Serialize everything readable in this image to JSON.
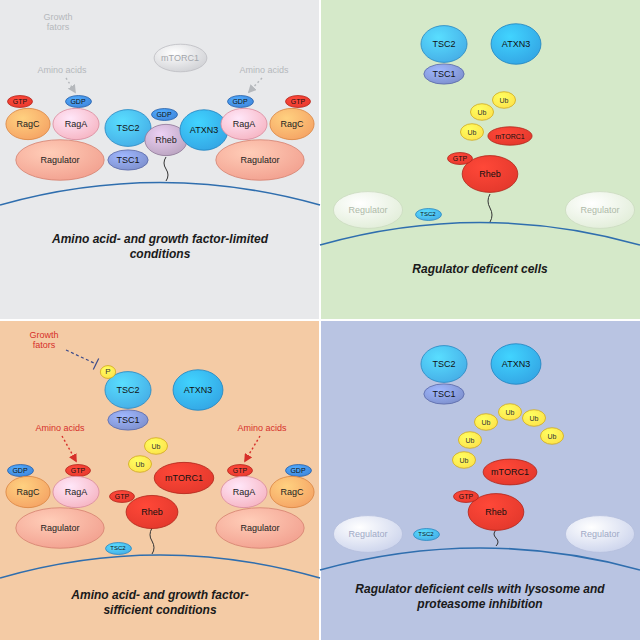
{
  "diagram": {
    "nodes": [
      {
        "text": [
          "Amino acid- and growth factor-limited conditions"
        ]
      },
      {
        "text": [
          "mTORC1"
        ],
        "in": 0
      },
      {
        "text": [
          "GTP"
        ],
        "in": 0
      },
      {
        "text": [
          "GDP"
        ],
        "in": 0
      },
      {
        "text": [
          "RagC"
        ],
        "in": 0
      },
      {
        "text": [
          "RagA"
        ],
        "in": 0
      },
      {
        "text": [
          "Ragulator"
        ],
        "in": 0
      },
      {
        "text": [
          "TSC2"
        ],
        "in": 0
      },
      {
        "text": [
          "TSC1"
        ],
        "in": 0
      },
      {
        "text": [
          "GDP"
        ],
        "in": 0
      },
      {
        "text": [
          "Rheb"
        ],
        "in": 0
      },
      {
        "text": [
          "ATXN3"
        ],
        "in": 0
      },
      {
        "text": [
          "GDP"
        ],
        "in": 0
      },
      {
        "text": [
          "GTP"
        ],
        "in": 0
      },
      {
        "text": [
          "RagA"
        ],
        "in": 0
      },
      {
        "text": [
          "RagC"
        ],
        "in": 0
      },
      {
        "text": [
          "Ragulator"
        ],
        "in": 0
      },
      {
        "text": [
          "Ragulator deficent cells"
        ]
      },
      {
        "text": [
          "TSC2"
        ],
        "in": 17
      },
      {
        "text": [
          "TSC1"
        ],
        "in": 17
      },
      {
        "text": [
          "ATXN3"
        ],
        "in": 17
      },
      {
        "text": [
          "Rheb"
        ],
        "in": 17
      },
      {
        "text": [
          "GTP"
        ],
        "in": 17
      },
      {
        "text": [
          "mTORC1"
        ],
        "in": 17
      },
      {
        "text": [
          "Ub"
        ],
        "in": 17
      },
      {
        "text": [
          "Ub"
        ],
        "in": 17
      },
      {
        "text": [
          "Ub"
        ],
        "in": 17
      },
      {
        "text": [
          "Regulator"
        ],
        "in": 17
      },
      {
        "text": [
          "Regulator"
        ],
        "in": 17
      },
      {
        "text": [
          "TSC2"
        ],
        "in": 17
      },
      {
        "text": [
          "Amino acid- and growth factor-sifficient conditions"
        ]
      },
      {
        "text": [
          "TSC2"
        ],
        "in": 30
      },
      {
        "text": [
          "TSC1"
        ],
        "in": 30
      },
      {
        "text": [
          "P"
        ],
        "in": 30
      },
      {
        "text": [
          "ATXN3"
        ],
        "in": 30
      },
      {
        "text": [
          "GDP"
        ],
        "in": 30
      },
      {
        "text": [
          "GTP"
        ],
        "in": 30
      },
      {
        "text": [
          "RagC"
        ],
        "in": 30
      },
      {
        "text": [
          "RagA"
        ],
        "in": 30
      },
      {
        "text": [
          "Ragulator"
        ],
        "in": 30
      },
      {
        "text": [
          "Rheb"
        ],
        "in": 30
      },
      {
        "text": [
          "GTP"
        ],
        "in": 30
      },
      {
        "text": [
          "mTORC1"
        ],
        "in": 30
      },
      {
        "text": [
          "Ub"
        ],
        "in": 30
      },
      {
        "text": [
          "Ub"
        ],
        "in": 30
      },
      {
        "text": [
          "TSC2"
        ],
        "in": 30
      },
      {
        "text": [
          "GTP"
        ],
        "in": 30
      },
      {
        "text": [
          "GDP"
        ],
        "in": 30
      },
      {
        "text": [
          "RagA"
        ],
        "in": 30
      },
      {
        "text": [
          "RagC"
        ],
        "in": 30
      },
      {
        "text": [
          "Ragulator"
        ],
        "in": 30
      },
      {
        "text": [
          "Ragulator deficient cells with lysosome and proteasome inhibition"
        ]
      },
      {
        "text": [
          "TSC2"
        ],
        "in": 51
      },
      {
        "text": [
          "TSC1"
        ],
        "in": 51
      },
      {
        "text": [
          "ATXN3"
        ],
        "in": 51
      },
      {
        "text": [
          "Rheb"
        ],
        "in": 51
      },
      {
        "text": [
          "GTP"
        ],
        "in": 51
      },
      {
        "text": [
          "mTORC1"
        ],
        "in": 51
      },
      {
        "text": [
          "Ub"
        ],
        "in": 51
      },
      {
        "text": [
          "Ub"
        ],
        "in": 51
      },
      {
        "text": [
          "Ub"
        ],
        "in": 51
      },
      {
        "text": [
          "Ub"
        ],
        "in": 51
      },
      {
        "text": [
          "Ub"
        ],
        "in": 51
      },
      {
        "text": [
          "Ub"
        ],
        "in": 51
      },
      {
        "text": [
          "Regulator"
        ],
        "in": 51
      },
      {
        "text": [
          "Regulator"
        ],
        "in": 51
      },
      {
        "text": [
          "TSC2"
        ],
        "in": 51
      }
    ],
    "labels": [
      "Growth fators",
      "Amino acids",
      "Amino acids",
      "Growth fators",
      "Amino acids",
      "Amino acids"
    ]
  }
}
